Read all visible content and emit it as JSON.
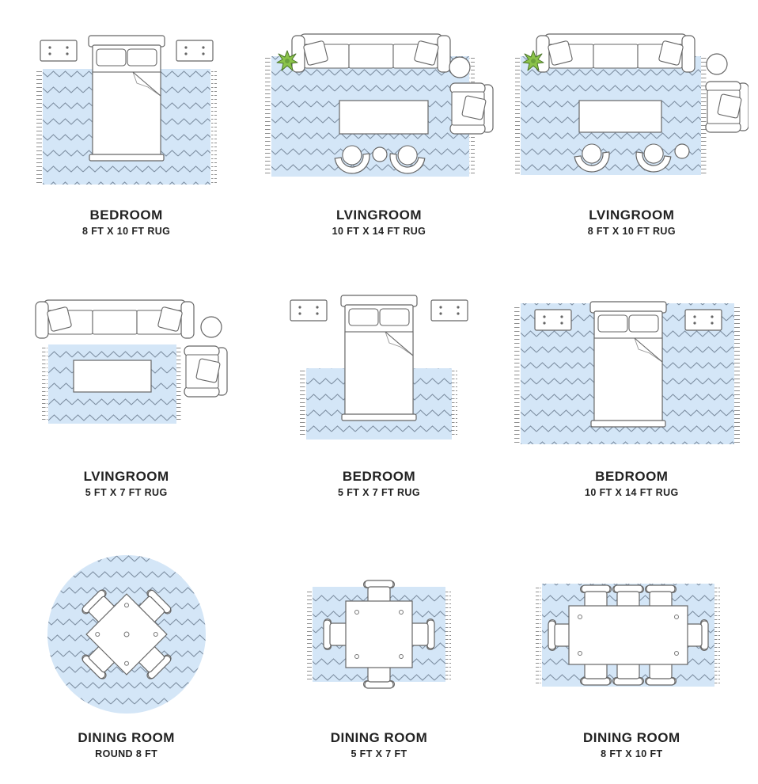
{
  "guide": {
    "palette": {
      "rug_blue": "#d4e6f7",
      "zigzag_gray": "#7e8fa2",
      "fringe_gray": "#8f8f8f",
      "furniture_stroke": "#666666",
      "plant_green": "#8bc34a",
      "text": "#222222"
    },
    "cells": [
      {
        "title": "BEDROOM",
        "subtitle": "8 FT X 10 FT RUG",
        "illustration": "bed-with-nightstands-over-rug"
      },
      {
        "title": "LVINGROOM",
        "subtitle": "10 FT X 14 FT RUG",
        "illustration": "sofa-armchair-coffee-table-on-large-rug"
      },
      {
        "title": "LVINGROOM",
        "subtitle": "8 FT X 10 FT RUG",
        "illustration": "sofa-coffee-table-on-rug-armchair-off"
      },
      {
        "title": "LVINGROOM",
        "subtitle": "5 FT X 7 FT RUG",
        "illustration": "small-rug-in-front-of-sofa"
      },
      {
        "title": "BEDROOM",
        "subtitle": "5 FT X 7 FT RUG",
        "illustration": "small-rug-under-foot-of-bed"
      },
      {
        "title": "BEDROOM",
        "subtitle": "10 FT X 14 FT RUG",
        "illustration": "bed-and-nightstands-fully-on-rug"
      },
      {
        "title": "DINING ROOM",
        "subtitle": "ROUND 8 FT",
        "illustration": "square-table-four-chairs-on-round-rug"
      },
      {
        "title": "DINING ROOM",
        "subtitle": "5 FT X 7 FT",
        "illustration": "square-table-four-chairs-on-rug"
      },
      {
        "title": "DINING ROOM",
        "subtitle": "8 FT X 10 FT",
        "illustration": "long-table-eight-chairs-on-rug"
      }
    ]
  }
}
